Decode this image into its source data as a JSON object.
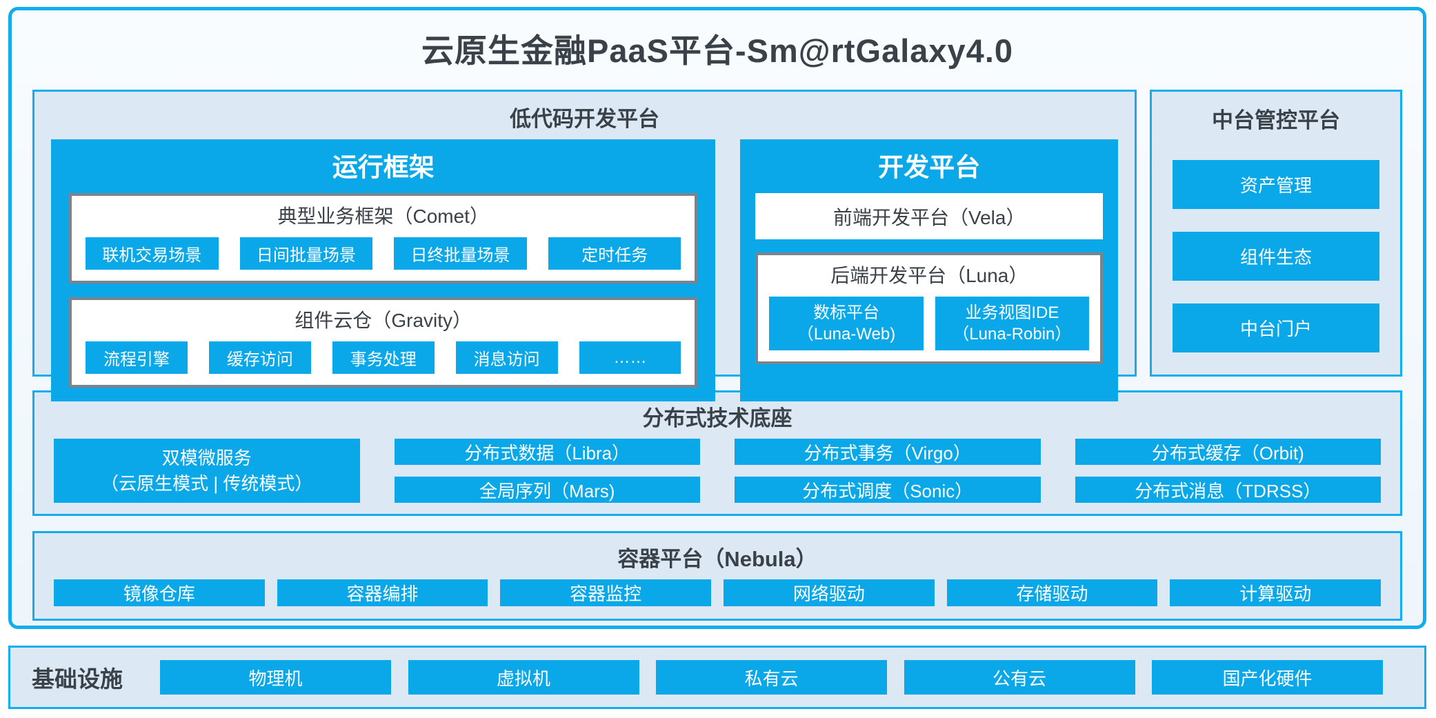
{
  "title": "云原生金融PaaS平台-Sm@rtGalaxy4.0",
  "colors": {
    "accent": "#0aa8e9",
    "panel_bg": "#dce9f5",
    "panel_border": "#12adec",
    "gray_border": "#7b848c",
    "text_dark": "#3a4148"
  },
  "low_code": {
    "title": "低代码开发平台",
    "runtime": {
      "title": "运行框架",
      "comet": {
        "title": "典型业务框架（Comet）",
        "items": [
          "联机交易场景",
          "日间批量场景",
          "日终批量场景",
          "定时任务"
        ]
      },
      "gravity": {
        "title": "组件云仓（Gravity）",
        "items": [
          "流程引擎",
          "缓存访问",
          "事务处理",
          "消息访问",
          "……"
        ]
      }
    },
    "dev": {
      "title": "开发平台",
      "vela": "前端开发平台（Vela）",
      "luna": {
        "title": "后端开发平台（Luna）",
        "items": [
          {
            "line1": "数标平台",
            "line2": "（Luna-Web)"
          },
          {
            "line1": "业务视图IDE",
            "line2": "（Luna-Robin）"
          }
        ]
      }
    }
  },
  "midplatform": {
    "title": "中台管控平台",
    "items": [
      "资产管理",
      "组件生态",
      "中台门户"
    ]
  },
  "distributed": {
    "title": "分布式技术底座",
    "dual_mode": {
      "line1": "双模微服务",
      "line2": "（云原生模式 | 传统模式）"
    },
    "grid": [
      [
        "分布式数据（Libra）",
        "全局序列（Mars)"
      ],
      [
        "分布式事务（Virgo）",
        "分布式调度（Sonic）"
      ],
      [
        "分布式缓存（Orbit)",
        "分布式消息（TDRSS）"
      ]
    ]
  },
  "container_platform": {
    "title": "容器平台（Nebula）",
    "items": [
      "镜像仓库",
      "容器编排",
      "容器监控",
      "网络驱动",
      "存储驱动",
      "计算驱动"
    ]
  },
  "infrastructure": {
    "title": "基础设施",
    "items": [
      "物理机",
      "虚拟机",
      "私有云",
      "公有云",
      "国产化硬件"
    ]
  }
}
